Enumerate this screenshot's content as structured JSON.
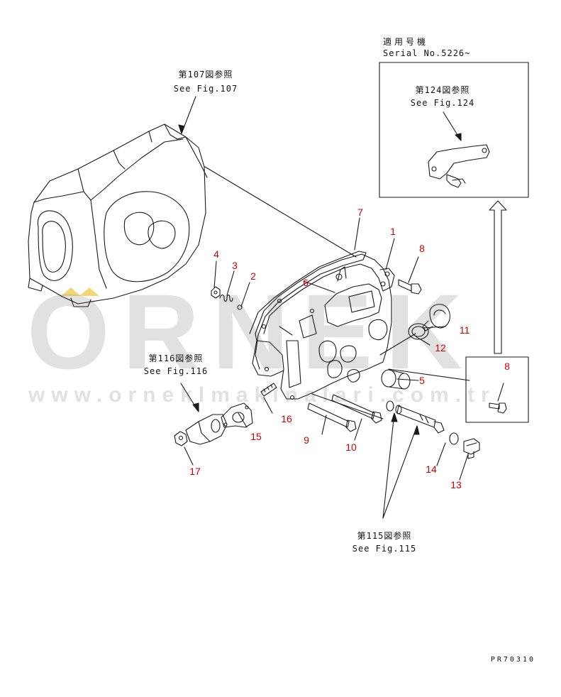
{
  "references": {
    "fig107_ja": "第107図参照",
    "fig107_en": "See Fig.107",
    "serial_ja": "適用号機",
    "serial_en": "Serial No.5226~",
    "fig124_ja": "第124図参照",
    "fig124_en": "See Fig.124",
    "fig116_ja": "第116図参照",
    "fig116_en": "See Fig.116",
    "fig115_ja": "第115図参照",
    "fig115_en": "See Fig.115"
  },
  "part_numbers": [
    "1",
    "2",
    "3",
    "4",
    "5",
    "6",
    "7",
    "8",
    "8",
    "9",
    "10",
    "11",
    "12",
    "13",
    "14",
    "15",
    "16",
    "17"
  ],
  "watermark": {
    "brand": "ORNEK",
    "url": "www.orneklmakinalari.com.tr"
  },
  "drawing_code": "PR70310",
  "colors": {
    "line": "#1a1a1a",
    "part_number": "#d40000",
    "watermark_text": "#b0b0b0",
    "watermark_accent": "#e8b800"
  }
}
